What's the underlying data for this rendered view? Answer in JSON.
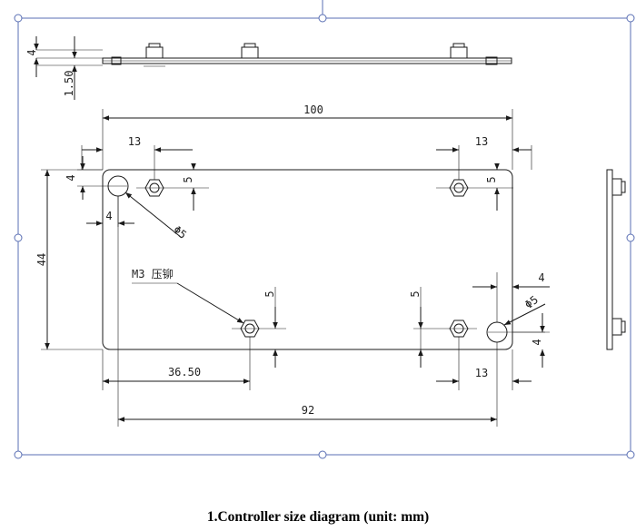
{
  "caption": "1.Controller size diagram (unit: mm)",
  "colors": {
    "frame": "#5a6fb4",
    "ink": "#1a1a1a",
    "handle_fill": "#ffffff"
  },
  "dims": {
    "side_top_thickness": "4",
    "side_top_offset": "1.50",
    "overall_length": "100",
    "hole_x_left": "13",
    "hole_x_right": "13",
    "hole_y_top_left": "5",
    "hole_y_top_right": "5",
    "corner_hole_top_y": "4",
    "corner_hole_top_x": "4",
    "corner_hole_dia_top": "Φ5",
    "overall_height": "44",
    "stud_label": "M3 压铆",
    "hole_y_bottom_left": "5",
    "hole_y_bottom_mid": "5",
    "corner_hole_bottom_x": "4",
    "corner_hole_dia_bottom": "Φ5",
    "corner_hole_bottom_y": "4",
    "stud_x_from_left": "36.50",
    "hole_x_bottom_right": "13",
    "hole_spacing": "92"
  }
}
